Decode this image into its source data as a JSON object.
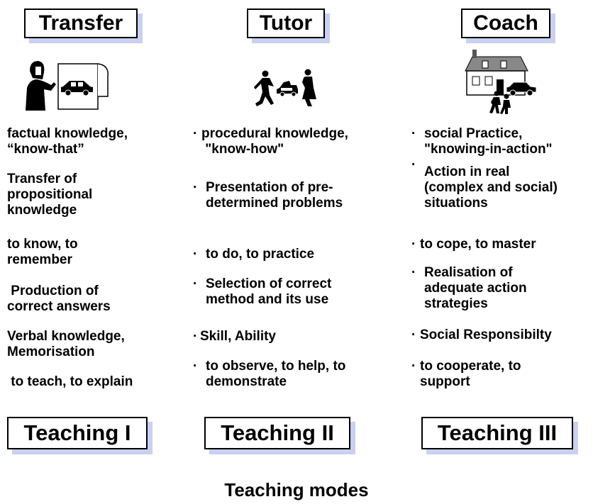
{
  "columns": [
    {
      "title": "Transfer",
      "icon": "teacher-with-car-chart-icon",
      "items": [
        "factual knowledge,\n“know-that”",
        "Transfer of\npropositional\nknowledge",
        "to know, to\nremember",
        " Production of\ncorrect answers",
        "Verbal knowledge,\nMemorisation",
        " to teach, to explain"
      ],
      "footer": "Teaching I"
    },
    {
      "title": "Tutor",
      "icon": "people-and-car-icon",
      "items": [
        "procedural knowledge,\n \"know-how\"",
        "Presentation of pre-\ndetermined problems",
        "to do, to practice",
        "Selection of correct\nmethod and its use",
        "Skill, Ability",
        "to observe, to help, to\ndemonstrate"
      ],
      "footer": "Teaching II"
    },
    {
      "title": "Coach",
      "icon": "house-car-people-icon",
      "items": [
        "social Practice,\n\"knowing-in-action\"",
        "Action in real\n(complex and social)\nsituations",
        "to cope, to master",
        "Realisation of\nadequate action\nstrategies",
        "Social Responsibilty",
        "to cooperate, to\nsupport"
      ],
      "footer": "Teaching III"
    }
  ],
  "bullet": "·",
  "caption": "Teaching modes"
}
